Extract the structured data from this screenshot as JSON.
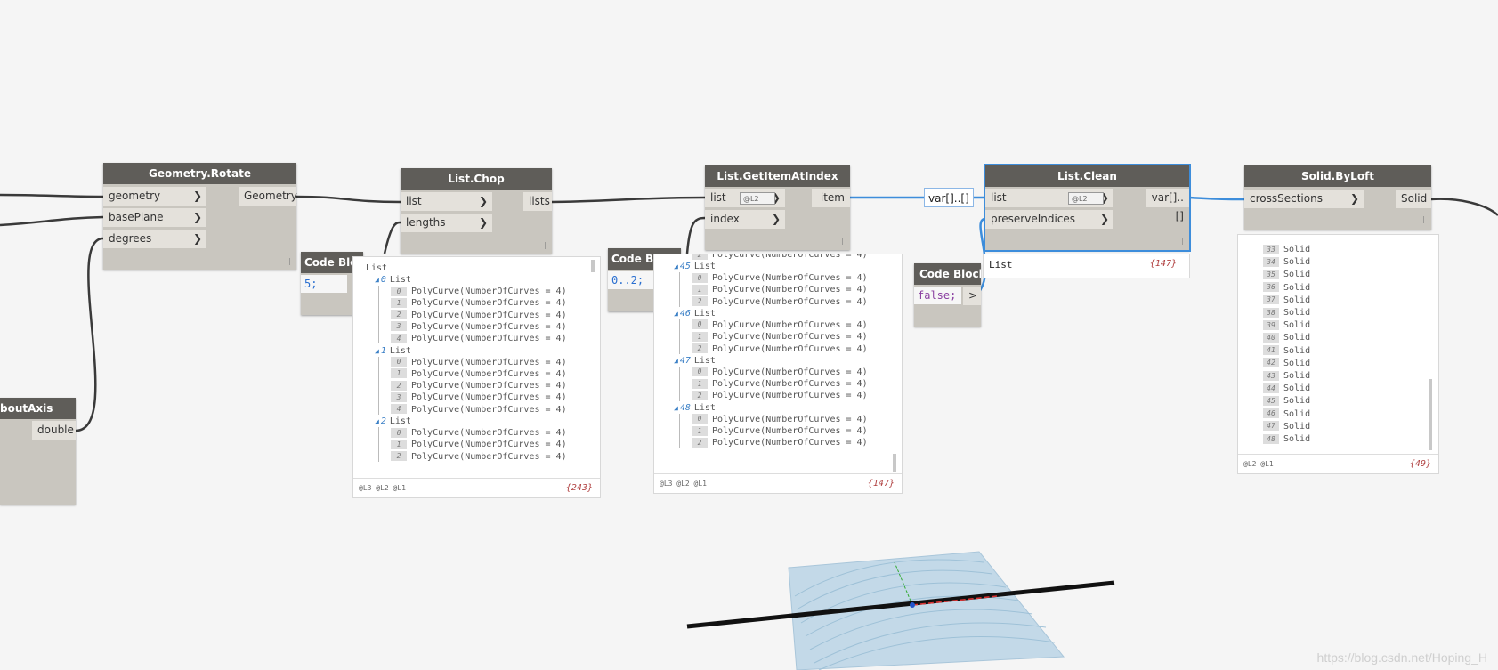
{
  "nodes": {
    "rotate": {
      "title": "Geometry.Rotate",
      "inputs": [
        "geometry",
        "basePlane",
        "degrees"
      ],
      "output": "Geometry"
    },
    "chop": {
      "title": "List.Chop",
      "inputs": [
        "list",
        "lengths"
      ],
      "output": "lists"
    },
    "getitem": {
      "title": "List.GetItemAtIndex",
      "inputs": [
        "list",
        "index"
      ],
      "output": "item",
      "level": "@L2"
    },
    "clean": {
      "title": "List.Clean",
      "inputs": [
        "list",
        "preserveIndices"
      ],
      "output": "var[]..[]",
      "level": "@L2"
    },
    "loft": {
      "title": "Solid.ByLoft",
      "inputs": [
        "crossSections"
      ],
      "output": "Solid"
    },
    "axis": {
      "title": "boutAxis",
      "output": "double"
    },
    "cb1": {
      "title": "Code Block",
      "code": "5;"
    },
    "cb2": {
      "title": "Code Block",
      "code": "0..2;"
    },
    "cb3": {
      "title": "Code Block",
      "code": "false;",
      "out": ">"
    }
  },
  "lacing": "|",
  "var_tag": "var[]..[]",
  "preview_chop": {
    "root": "List",
    "groups": [
      {
        "index": "0",
        "label": "List",
        "items": [
          "0",
          "1",
          "2",
          "3",
          "4"
        ]
      },
      {
        "index": "1",
        "label": "List",
        "items": [
          "0",
          "1",
          "2",
          "3",
          "4"
        ]
      },
      {
        "index": "2",
        "label": "List",
        "items": [
          "0",
          "1",
          "2"
        ]
      }
    ],
    "item_text": "PolyCurve(NumberOfCurves = 4)",
    "levels": "@L3 @L2 @L1",
    "count": "{243}"
  },
  "preview_getitem": {
    "groups": [
      {
        "index": "45",
        "label": "List",
        "items": [
          "0",
          "1",
          "2"
        ]
      },
      {
        "index": "46",
        "label": "List",
        "items": [
          "0",
          "1",
          "2"
        ]
      },
      {
        "index": "47",
        "label": "List",
        "items": [
          "0",
          "1",
          "2"
        ]
      },
      {
        "index": "48",
        "label": "List",
        "items": [
          "0",
          "1",
          "2"
        ]
      }
    ],
    "partial_top": "2",
    "item_text": "PolyCurve(NumberOfCurves = 4)",
    "levels": "@L3 @L2 @L1",
    "count": "{147}"
  },
  "preview_clean": {
    "text": "List",
    "count": "{147}"
  },
  "preview_loft": {
    "items": [
      "33",
      "34",
      "35",
      "36",
      "37",
      "38",
      "39",
      "40",
      "41",
      "42",
      "43",
      "44",
      "45",
      "46",
      "47",
      "48"
    ],
    "item_text": "Solid",
    "levels": "@L2 @L1",
    "count": "{49}"
  },
  "watermark": "https://blog.csdn.net/Hoping_H"
}
